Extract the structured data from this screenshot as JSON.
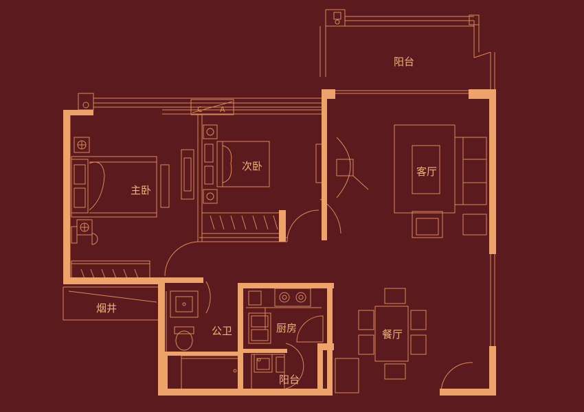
{
  "colors": {
    "background": "#5a1a1e",
    "wall": "#eea36a",
    "line": "#d98b5c"
  },
  "rooms": {
    "balcony_top": "阳台",
    "master_bedroom": "主卧",
    "second_bedroom": "次卧",
    "living_room": "客厅",
    "chimney_shaft": "烟井",
    "public_bathroom": "公卫",
    "kitchen": "厨房",
    "dining_room": "餐厅",
    "balcony_kitchen": "阳台"
  },
  "icons": [
    "bed-icon",
    "wardrobe-icon",
    "sofa-icon",
    "armchair-icon",
    "tv-icon",
    "dining-table-icon",
    "stove-icon",
    "sink-icon",
    "toilet-icon",
    "washing-machine-icon",
    "ac-unit-icon",
    "door-swing-icon"
  ]
}
